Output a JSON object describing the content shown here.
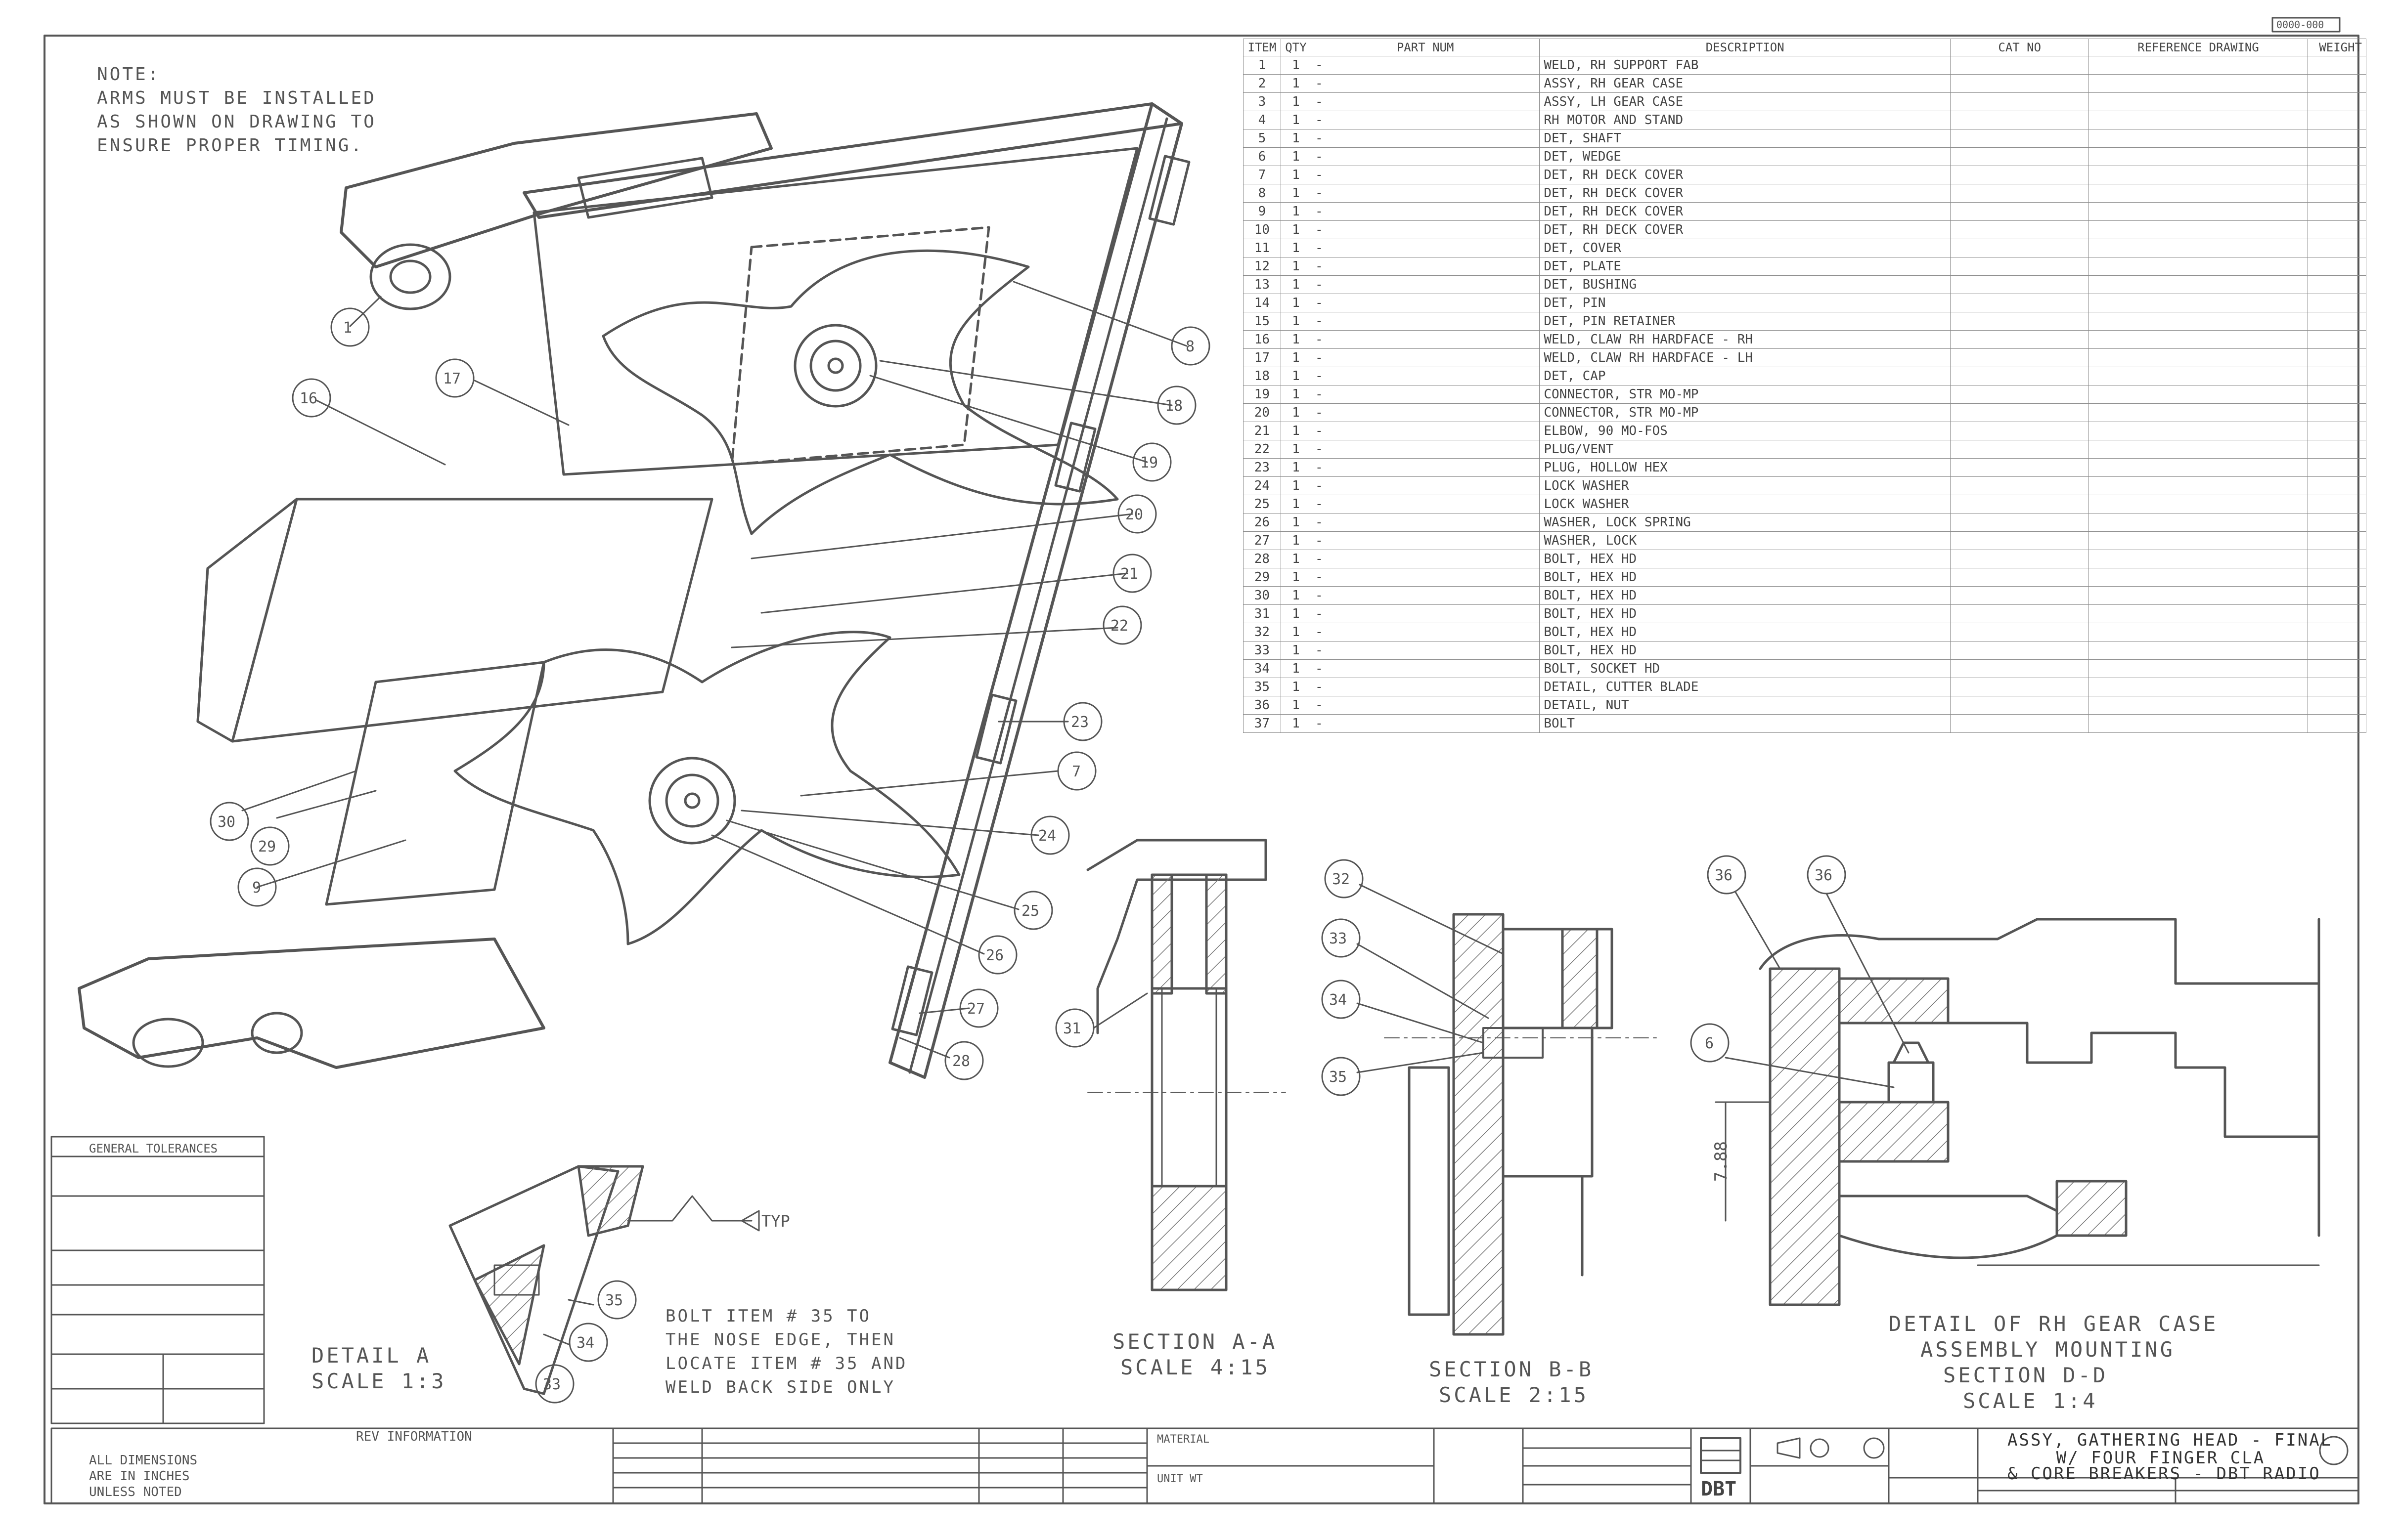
{
  "corner_stamp": "0000-000",
  "notes": {
    "main_note": [
      "NOTE:",
      "ARMS MUST BE INSTALLED",
      "AS SHOWN ON DRAWING TO",
      "ENSURE PROPER TIMING."
    ],
    "weld_note": [
      "BOLT ITEM # 35 TO",
      "THE NOSE EDGE, THEN",
      "LOCATE ITEM # 35 AND",
      "WELD BACK SIDE ONLY"
    ],
    "weld_symbol_text": "TYP"
  },
  "views": {
    "detail_a": [
      "DETAIL  A",
      "SCALE  1:3"
    ],
    "section_a": [
      "SECTION  A-A",
      "SCALE  4:15"
    ],
    "section_b": [
      "SECTION  B-B",
      "SCALE  2:15"
    ],
    "detail_rh": [
      "DETAIL OF RH GEAR CASE",
      "ASSEMBLY MOUNTING"
    ],
    "section_d": [
      "SECTION  D-D",
      "SCALE  1:4"
    ],
    "dimension": "7.88"
  },
  "bom": {
    "headers": [
      "ITEM",
      "QTY",
      "PART NUM",
      "DESCRIPTION",
      "CAT NO",
      "REFERENCE DRAWING",
      "WEIGHT"
    ],
    "rows": [
      [
        "1",
        "1",
        "-",
        "WELD, RH SUPPORT FAB",
        "",
        "",
        ""
      ],
      [
        "2",
        "1",
        "-",
        "ASSY, RH GEAR CASE",
        "",
        "",
        ""
      ],
      [
        "3",
        "1",
        "-",
        "ASSY, LH GEAR CASE",
        "",
        "",
        ""
      ],
      [
        "4",
        "1",
        "-",
        "RH MOTOR AND STAND",
        "",
        "",
        ""
      ],
      [
        "5",
        "1",
        "-",
        "DET, SHAFT",
        "",
        "",
        ""
      ],
      [
        "6",
        "1",
        "-",
        "DET, WEDGE",
        "",
        "",
        ""
      ],
      [
        "7",
        "1",
        "-",
        "DET, RH DECK COVER",
        "",
        "",
        ""
      ],
      [
        "8",
        "1",
        "-",
        "DET, RH DECK COVER",
        "",
        "",
        ""
      ],
      [
        "9",
        "1",
        "-",
        "DET, RH DECK COVER",
        "",
        "",
        ""
      ],
      [
        "10",
        "1",
        "-",
        "DET, RH DECK COVER",
        "",
        "",
        ""
      ],
      [
        "11",
        "1",
        "-",
        "DET, COVER",
        "",
        "",
        ""
      ],
      [
        "12",
        "1",
        "-",
        "DET, PLATE",
        "",
        "",
        ""
      ],
      [
        "13",
        "1",
        "-",
        "DET, BUSHING",
        "",
        "",
        ""
      ],
      [
        "14",
        "1",
        "-",
        "DET, PIN",
        "",
        "",
        ""
      ],
      [
        "15",
        "1",
        "-",
        "DET, PIN RETAINER",
        "",
        "",
        ""
      ],
      [
        "16",
        "1",
        "-",
        "WELD, CLAW RH HARDFACE - RH",
        "",
        "",
        ""
      ],
      [
        "17",
        "1",
        "-",
        "WELD, CLAW RH HARDFACE - LH",
        "",
        "",
        ""
      ],
      [
        "18",
        "1",
        "-",
        "DET, CAP",
        "",
        "",
        ""
      ],
      [
        "19",
        "1",
        "-",
        "CONNECTOR, STR MO-MP",
        "",
        "",
        ""
      ],
      [
        "20",
        "1",
        "-",
        "CONNECTOR, STR MO-MP",
        "",
        "",
        ""
      ],
      [
        "21",
        "1",
        "-",
        "ELBOW, 90 MO-FOS",
        "",
        "",
        ""
      ],
      [
        "22",
        "1",
        "-",
        "PLUG/VENT",
        "",
        "",
        ""
      ],
      [
        "23",
        "1",
        "-",
        "PLUG, HOLLOW HEX",
        "",
        "",
        ""
      ],
      [
        "24",
        "1",
        "-",
        "LOCK WASHER",
        "",
        "",
        ""
      ],
      [
        "25",
        "1",
        "-",
        "LOCK WASHER",
        "",
        "",
        ""
      ],
      [
        "26",
        "1",
        "-",
        "WASHER, LOCK SPRING",
        "",
        "",
        ""
      ],
      [
        "27",
        "1",
        "-",
        "WASHER, LOCK",
        "",
        "",
        ""
      ],
      [
        "28",
        "1",
        "-",
        "BOLT, HEX HD",
        "",
        "",
        ""
      ],
      [
        "29",
        "1",
        "-",
        "BOLT, HEX HD",
        "",
        "",
        ""
      ],
      [
        "30",
        "1",
        "-",
        "BOLT, HEX HD",
        "",
        "",
        ""
      ],
      [
        "31",
        "1",
        "-",
        "BOLT, HEX HD",
        "",
        "",
        ""
      ],
      [
        "32",
        "1",
        "-",
        "BOLT, HEX HD",
        "",
        "",
        ""
      ],
      [
        "33",
        "1",
        "-",
        "BOLT, HEX HD",
        "",
        "",
        ""
      ],
      [
        "34",
        "1",
        "-",
        "BOLT, SOCKET HD",
        "",
        "",
        ""
      ],
      [
        "35",
        "1",
        "-",
        "DETAIL, CUTTER BLADE",
        "",
        "",
        ""
      ],
      [
        "36",
        "1",
        "-",
        "DETAIL, NUT",
        "",
        "",
        ""
      ],
      [
        "37",
        "1",
        "-",
        "BOLT",
        "",
        "",
        ""
      ]
    ]
  },
  "balloons": {
    "b1": "1",
    "b7": "7",
    "b8": "8",
    "b9": "9",
    "b6": "6",
    "b16": "16",
    "b17": "17",
    "b18": "18",
    "b19": "19",
    "b20": "20",
    "b21": "21",
    "b22": "22",
    "b23": "23",
    "b24": "24",
    "b25": "25",
    "b26": "26",
    "b27": "27",
    "b28": "28",
    "b29": "29",
    "b30": "30",
    "b31": "31",
    "b32": "32",
    "b33": "33",
    "b34": "34",
    "b35": "35",
    "b36": "36"
  },
  "title_block": {
    "company": "DBT",
    "title": [
      "ASSY, GATHERING HEAD - FINAL",
      "W/ FOUR FINGER CLA",
      "& CORE BREAKERS - DBT RADIO"
    ],
    "tolerance_heading": "GENERAL TOLERANCES",
    "revision_heading": "REV  INFORMATION",
    "all_dims": [
      "ALL DIMENSIONS",
      "ARE IN INCHES",
      "UNLESS NOTED"
    ],
    "material_label": "MATERIAL",
    "unit_label": "UNIT WT"
  },
  "colors": {
    "line": "#555555",
    "paper": "#ffffff",
    "hatch": "#777777"
  }
}
